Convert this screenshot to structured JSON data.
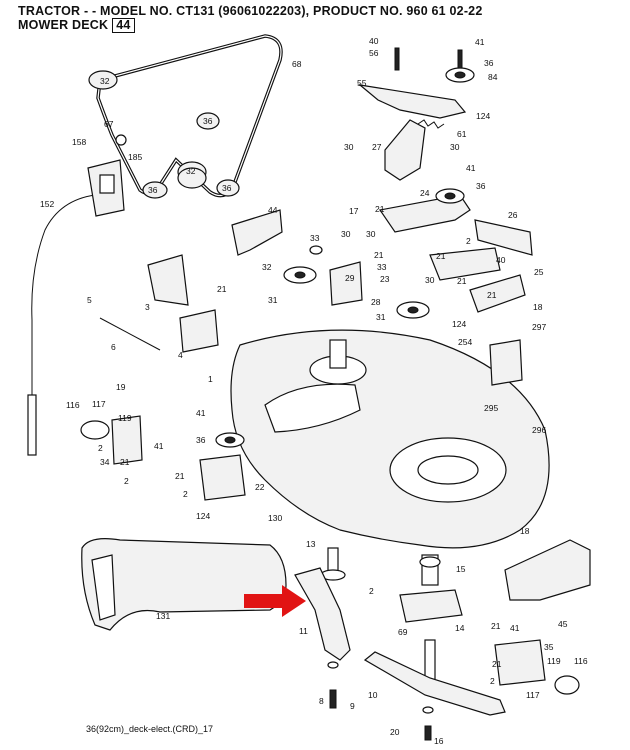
{
  "header": {
    "line1": "TRACTOR - - MODEL NO. CT131   (96061022203), PRODUCT NO. 960 61 02-22",
    "line2_label": "MOWER DECK",
    "line2_page": "44"
  },
  "footer": "36(92cm)_deck-elect.(CRD)_17",
  "colors": {
    "ink": "#111111",
    "arrow": "#e11414"
  },
  "callouts": [
    "1",
    "2",
    "3",
    "4",
    "5",
    "6",
    "8",
    "9",
    "10",
    "11",
    "13",
    "14",
    "15",
    "16",
    "17",
    "18",
    "19",
    "20",
    "21",
    "22",
    "23",
    "24",
    "25",
    "26",
    "27",
    "28",
    "29",
    "30",
    "31",
    "32",
    "33",
    "34",
    "35",
    "36",
    "40",
    "41",
    "44",
    "45",
    "55",
    "56",
    "61",
    "67",
    "68",
    "69",
    "84",
    "116",
    "117",
    "119",
    "124",
    "130",
    "131",
    "152",
    "158",
    "185",
    "254",
    "295",
    "296",
    "297"
  ]
}
